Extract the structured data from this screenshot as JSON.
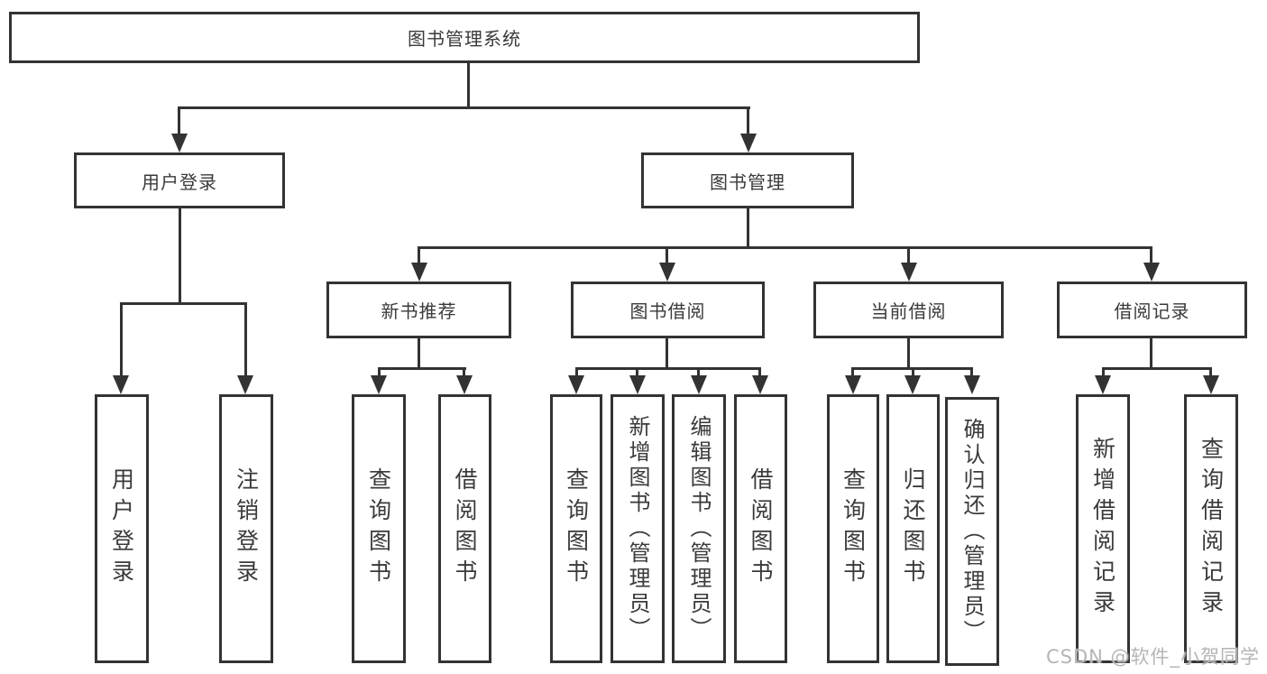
{
  "diagram": {
    "root_label": "图书管理系统",
    "level2": [
      {
        "label": "用户登录"
      },
      {
        "label": "图书管理"
      }
    ],
    "level3": [
      {
        "label": "新书推荐",
        "parent": "图书管理"
      },
      {
        "label": "图书借阅",
        "parent": "图书管理"
      },
      {
        "label": "当前借阅",
        "parent": "图书管理"
      },
      {
        "label": "借阅记录",
        "parent": "图书管理"
      }
    ],
    "leaves": [
      {
        "label": "用户登录",
        "parent": "用户登录"
      },
      {
        "label": "注销登录",
        "parent": "用户登录"
      },
      {
        "label": "查询图书",
        "parent": "新书推荐"
      },
      {
        "label": "借阅图书",
        "parent": "新书推荐"
      },
      {
        "label": "查询图书",
        "parent": "图书借阅"
      },
      {
        "label": "新增图书（管理员）",
        "parent": "图书借阅"
      },
      {
        "label": "编辑图书（管理员）",
        "parent": "图书借阅"
      },
      {
        "label": "借阅图书",
        "parent": "图书借阅"
      },
      {
        "label": "查询图书",
        "parent": "当前借阅"
      },
      {
        "label": "归还图书",
        "parent": "当前借阅"
      },
      {
        "label": "确认归还（管理员）",
        "parent": "当前借阅"
      },
      {
        "label": "新增借阅记录",
        "parent": "借阅记录"
      },
      {
        "label": "查询借阅记录",
        "parent": "借阅记录"
      }
    ]
  },
  "watermark": {
    "text": "CSDN @软件_小贺同学"
  },
  "colors": {
    "line": "#333333",
    "text": "#3a3a3a",
    "watermark": "#b5b5b5",
    "background": "#ffffff"
  }
}
